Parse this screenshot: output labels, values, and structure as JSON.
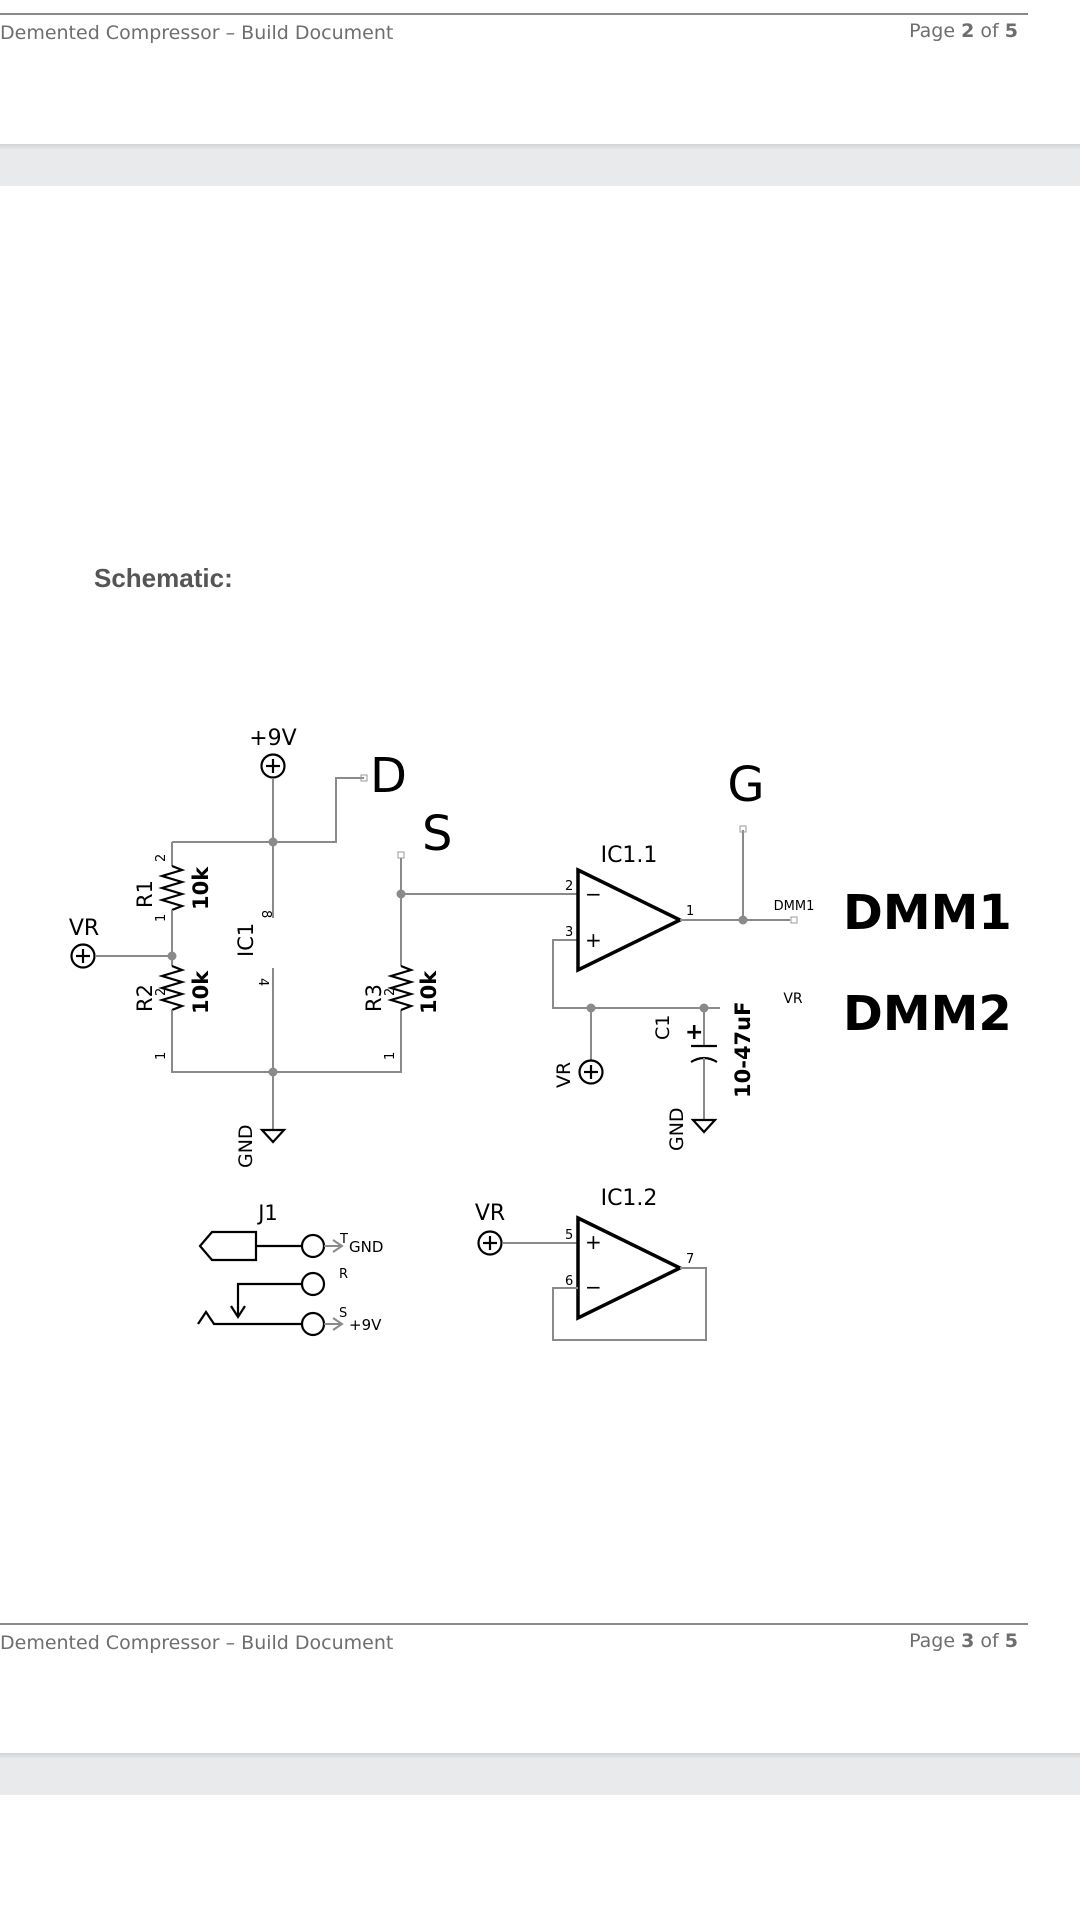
{
  "document": {
    "title": "Demented Compressor – Build Document",
    "total_pages": "5"
  },
  "footers": [
    {
      "title": "Demented Compressor – Build Document",
      "page_prefix": "Page",
      "page_number": "2",
      "page_of": "of",
      "page_total": "5"
    },
    {
      "title": "Demented Compressor – Build Document",
      "page_prefix": "Page",
      "page_number": "3",
      "page_of": "of",
      "page_total": "5"
    }
  ],
  "section": {
    "heading": "Schematic:"
  },
  "schematic": {
    "net_labels": {
      "plus9v": "+9V",
      "vr": "VR",
      "gnd": "GND",
      "d": "D",
      "s": "S",
      "g": "G",
      "dmm1": "DMM1",
      "dmm2": "DMM2",
      "dmm1_small": "DMM1",
      "vr_small": "VR"
    },
    "components": {
      "r1": {
        "ref": "R1",
        "value": "10k"
      },
      "r2": {
        "ref": "R2",
        "value": "10k"
      },
      "r3": {
        "ref": "R3",
        "value": "10k"
      },
      "c1": {
        "ref": "C1",
        "value": "10-47uF"
      },
      "ic1": {
        "ref": "IC1"
      },
      "ic1_1": {
        "ref": "IC1.1"
      },
      "ic1_2": {
        "ref": "IC1.2"
      },
      "j1": {
        "ref": "J1",
        "pin_t": "T",
        "pin_r": "R",
        "pin_s": "S",
        "net_t": "GND",
        "net_s": "+9V"
      }
    },
    "pins": {
      "one": "1",
      "two": "2",
      "three": "3",
      "four": "4",
      "five": "5",
      "six": "6",
      "seven": "7",
      "eight": "8",
      "plus": "+",
      "minus": "−",
      "cap_plus": "+"
    }
  }
}
